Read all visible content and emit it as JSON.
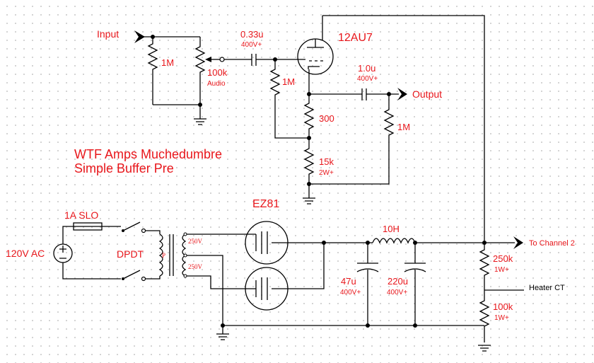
{
  "title": {
    "line1": "WTF Amps Muchedumbre",
    "line2": "Simple Buffer Pre"
  },
  "labels": {
    "input": "Input",
    "output": "Output",
    "to_channel_2": "To Channel 2",
    "heater_ct": "Heater CT",
    "tube_preamp": "12AU7",
    "tube_rectifier": "EZ81",
    "mains": "120V AC",
    "fuse": "1A SLO",
    "switch": "DPDT",
    "primary": "P",
    "secondary_top": "250V",
    "secondary_bottom": "250V",
    "choke": "10H"
  },
  "components": {
    "r_input": "1M",
    "pot_value": "100k",
    "pot_taper": "Audio",
    "c_input_value": "0.33u",
    "c_input_voltage": "400V+",
    "r_grid": "1M",
    "c_output_value": "1.0u",
    "c_output_voltage": "400V+",
    "r_cathode": "300",
    "r_output": "1M",
    "r_load_value": "15k",
    "r_load_rating": "2W+",
    "c_filter1_value": "47u",
    "c_filter1_voltage": "400V+",
    "c_filter2_value": "220u",
    "c_filter2_voltage": "400V+",
    "r_div_top_value": "250k",
    "r_div_top_rating": "1W+",
    "r_div_bottom_value": "100k",
    "r_div_bottom_rating": "1W+"
  }
}
